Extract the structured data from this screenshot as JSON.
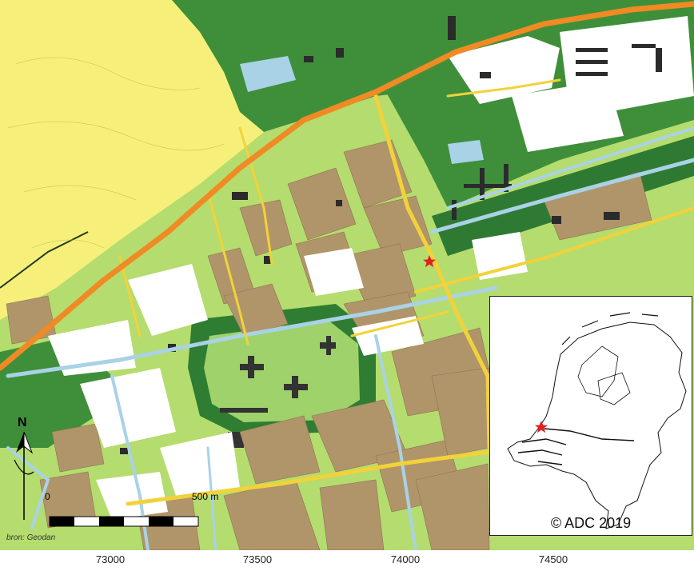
{
  "map": {
    "x_axis_ticks": [
      "73000",
      "73500",
      "74000",
      "74500"
    ],
    "x_axis_values": [
      73000,
      73500,
      74000,
      74500
    ],
    "colors": {
      "dunes": "#f6f07a",
      "grass": "#b5dc6e",
      "forest": "#3f8f3a",
      "industrial": "#b0956a",
      "water": "#a9d2e6",
      "built": "#ffffff",
      "road_main": "#f08a25",
      "road_secondary": "#f2d23a",
      "marker": "#e02020"
    },
    "marker_icon": "red-star-icon"
  },
  "north_arrow": {
    "label": "N",
    "icon": "north-arrow-icon"
  },
  "scale_bar": {
    "start_label": "0",
    "end_label": "500 m"
  },
  "source_credit": "bron: Geodan",
  "inset": {
    "copyright": "© ADC 2019",
    "marker_icon": "red-star-icon"
  }
}
